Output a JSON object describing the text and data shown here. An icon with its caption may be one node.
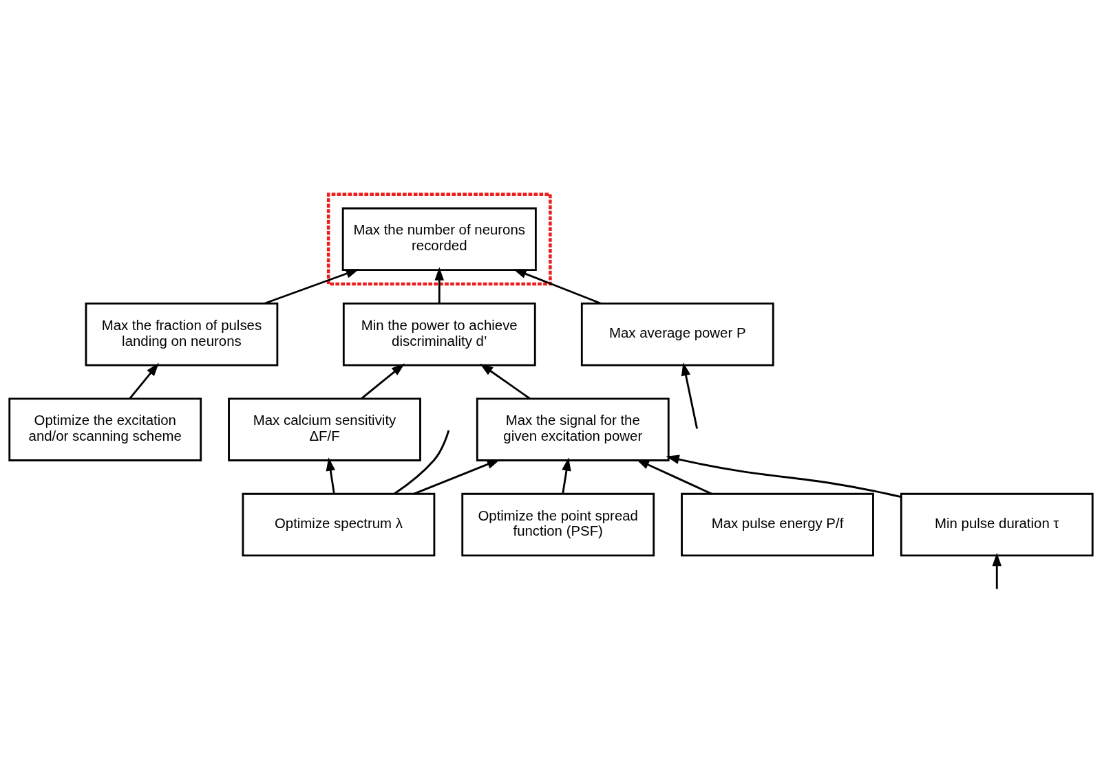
{
  "diagram": {
    "nodes": [
      {
        "text": [],
        "shape": "box"
      },
      {
        "text": [
          "Max the number of neurons recorded"
        ],
        "in": 0
      },
      {
        "text": [
          "Max the fraction of pulses landing on neurons"
        ]
      },
      {
        "text": [
          "Min the power to achieve discriminality d’"
        ]
      },
      {
        "text": [
          "Max average power P"
        ]
      },
      {
        "text": [
          "Optimize the excitation and/or scanning scheme"
        ]
      },
      {
        "text": [
          "Max calcium sensitivity ΔF/F"
        ]
      },
      {
        "text": [
          "Max the signal for the given excitation power"
        ]
      },
      {
        "text": [
          "Optimize spectrum λ"
        ]
      },
      {
        "text": [
          "Optimize the point spread function (PSF)"
        ]
      },
      {
        "text": [
          "Max pulse energy P/f"
        ]
      },
      {
        "text": [
          "Min pulse duration τ"
        ]
      }
    ],
    "edges": [
      {
        "from": 2,
        "to": 1,
        "arrow": "to"
      },
      {
        "from": 3,
        "to": 1,
        "arrow": "to"
      },
      {
        "from": 4,
        "to": 1,
        "arrow": "to"
      },
      {
        "from": 5,
        "to": 2,
        "arrow": "to"
      },
      {
        "from": 6,
        "to": 3,
        "arrow": "to"
      },
      {
        "from": 7,
        "to": 3,
        "arrow": "to"
      },
      {
        "from": 8,
        "to": 7,
        "arrow": "to"
      },
      {
        "from": 8,
        "to": 6,
        "arrow": "to"
      },
      {
        "from": 9,
        "to": 7,
        "arrow": "to"
      },
      {
        "from": 10,
        "to": 7,
        "arrow": "to"
      },
      {
        "from": 11,
        "to": 7,
        "arrow": "to"
      },
      {
        "from": null,
        "to": 4,
        "arrow": "to"
      },
      {
        "from": null,
        "to": 11,
        "arrow": "to"
      },
      {
        "from": 8,
        "to": null,
        "arrow": "none"
      }
    ]
  }
}
